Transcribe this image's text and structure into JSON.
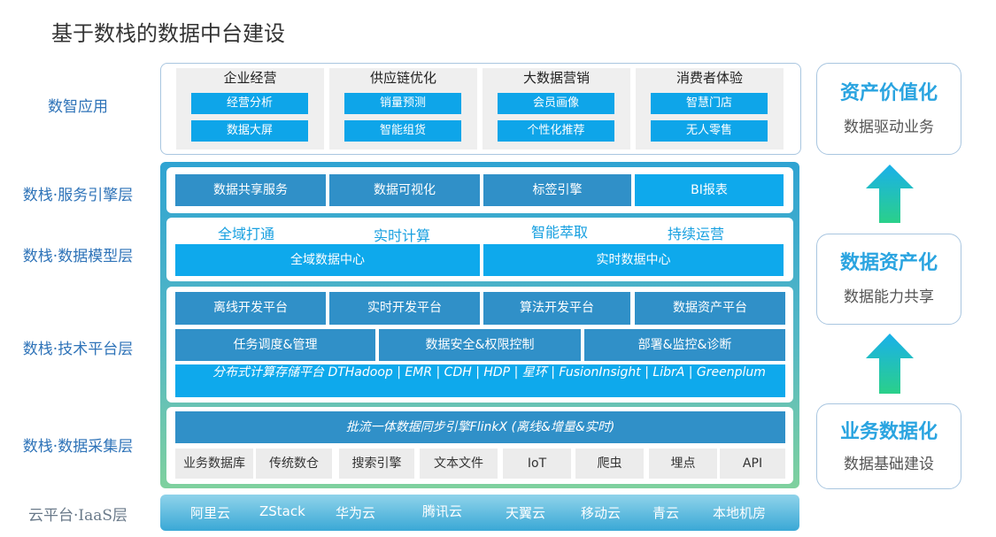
{
  "title": "基于数栈的数据中台建设",
  "layers": {
    "app": "数智应用",
    "service": "数栈·服务引擎层",
    "model": "数栈·数据模型层",
    "tech": "数栈·技术平台层",
    "collect": "数栈·数据采集层",
    "cloud": "云平台·IaaS层"
  },
  "apps": [
    {
      "title": "企业经营",
      "items": [
        "经营分析",
        "数据大屏"
      ]
    },
    {
      "title": "供应链优化",
      "items": [
        "销量预测",
        "智能组货"
      ]
    },
    {
      "title": "大数据营销",
      "items": [
        "会员画像",
        "个性化推荐"
      ]
    },
    {
      "title": "消费者体验",
      "items": [
        "智慧门店",
        "无人零售"
      ]
    }
  ],
  "service": [
    "数据共享服务",
    "数据可视化",
    "标签引擎",
    "BI报表"
  ],
  "model": {
    "labels": [
      "全域打通",
      "实时计算",
      "智能萃取",
      "持续运营"
    ],
    "centers": [
      "全域数据中心",
      "实时数据中心"
    ]
  },
  "tech": {
    "row1": [
      "离线开发平台",
      "实时开发平台",
      "算法开发平台",
      "数据资产平台"
    ],
    "row2": [
      "任务调度&管理",
      "数据安全&权限控制",
      "部署&监控&诊断"
    ],
    "row3": "分布式计算存储平台 DTHadoop | EMR | CDH | HDP | 星环 | FusionInsight | LibrA | Greenplum"
  },
  "collect": {
    "engine": "批流一体数据同步引擎FlinkX (离线&增量&实时)",
    "sources": [
      "业务数据库",
      "传统数仓",
      "搜索引擎",
      "文本文件",
      "IoT",
      "爬虫",
      "埋点",
      "API"
    ]
  },
  "cloud": [
    "阿里云",
    "ZStack",
    "华为云",
    "腾讯云",
    "天翼云",
    "移动云",
    "青云",
    "本地机房"
  ],
  "right": [
    {
      "title": "资产价值化",
      "sub": "数据驱动业务"
    },
    {
      "title": "数据资产化",
      "sub": "数据能力共享"
    },
    {
      "title": "业务数据化",
      "sub": "数据基础建设"
    }
  ],
  "colors": {
    "accent": "#0ea5e9",
    "dark_box": "#3090c8",
    "arrow": "#18b0e8"
  }
}
